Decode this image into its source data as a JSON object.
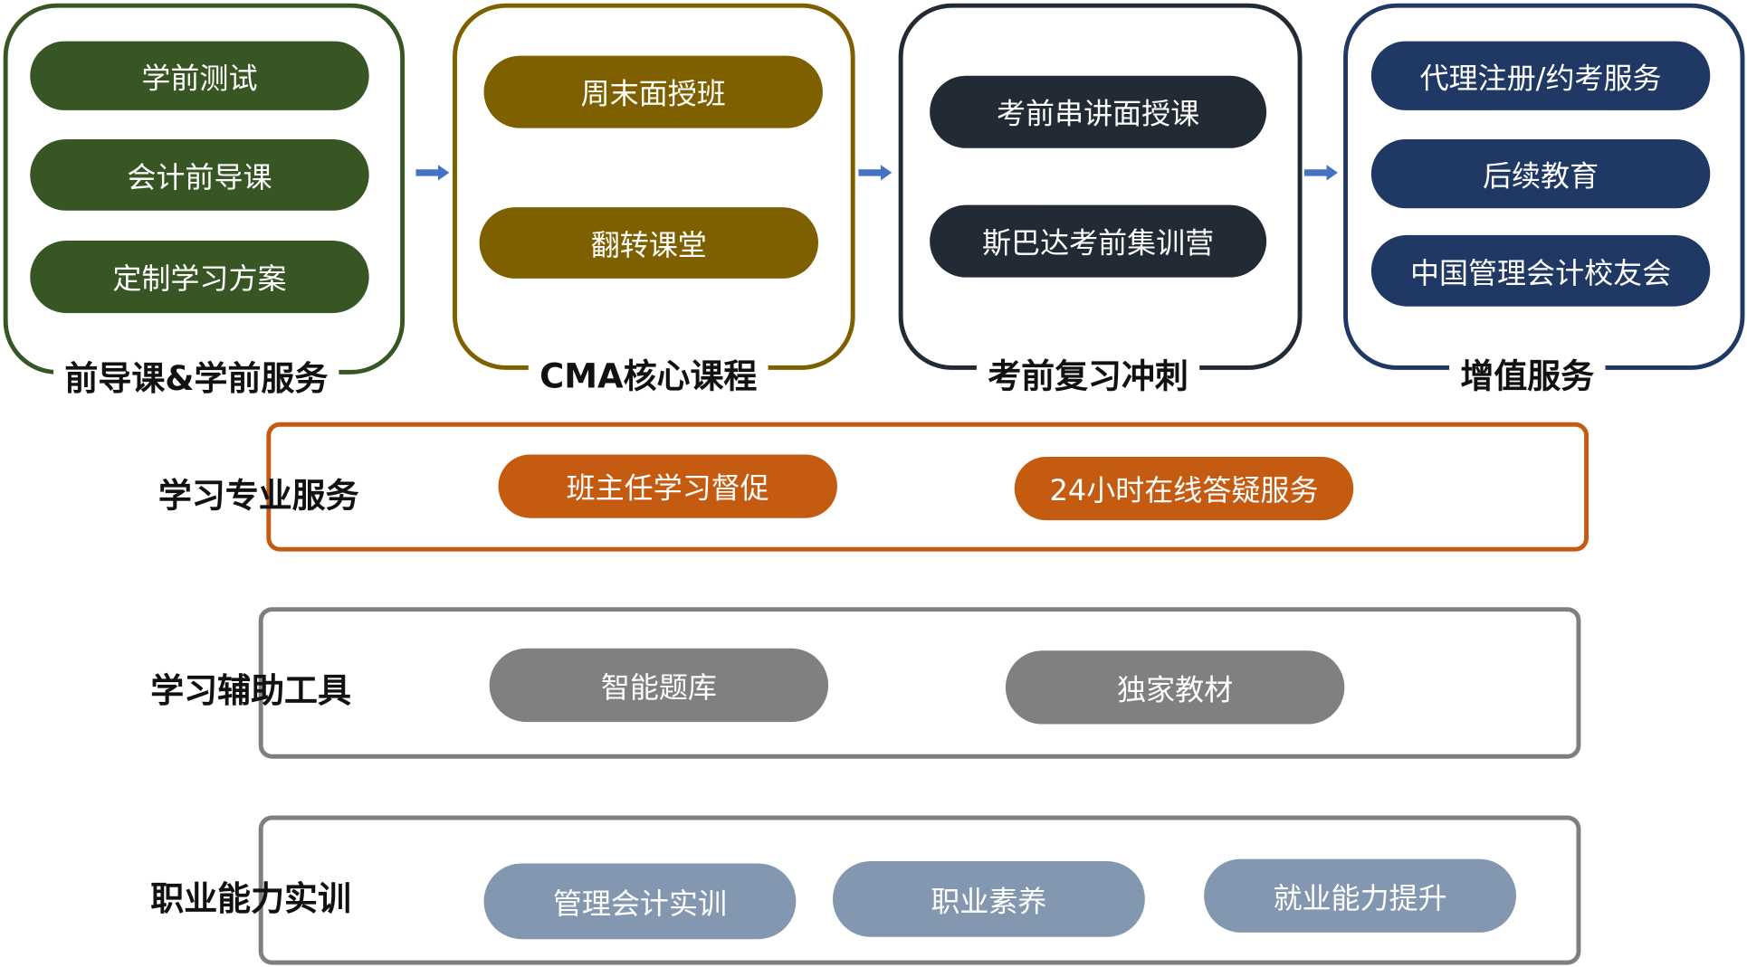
{
  "columns": [
    {
      "label": "前导课&学前服务",
      "color": "#375623",
      "items": [
        "学前测试",
        "会计前导课",
        "定制学习方案"
      ]
    },
    {
      "label": "CMA核心课程",
      "color": "#7f6000",
      "items": [
        "周末面授班",
        "翻转课堂"
      ]
    },
    {
      "label": "考前复习冲刺",
      "color": "#222a35",
      "items": [
        "考前串讲面授课",
        "斯巴达考前集训营"
      ]
    },
    {
      "label": "增值服务",
      "color": "#203864",
      "items": [
        "代理注册/约考服务",
        "后续教育",
        "中国管理会计校友会"
      ]
    }
  ],
  "rows": [
    {
      "label": "学习专业服务",
      "border_color": "#c55a11",
      "pill_color": "#c55a11",
      "items": [
        "班主任学习督促",
        "24小时在线答疑服务"
      ]
    },
    {
      "label": "学习辅助工具",
      "border_color": "#7f7f7f",
      "pill_color": "#808080",
      "items": [
        "智能题库",
        "独家教材"
      ]
    },
    {
      "label": "职业能力实训",
      "border_color": "#7f7f7f",
      "pill_color": "#8497b0",
      "items": [
        "管理会计实训",
        "职业素养",
        "就业能力提升"
      ]
    }
  ],
  "arrow_color": "#4472c4"
}
